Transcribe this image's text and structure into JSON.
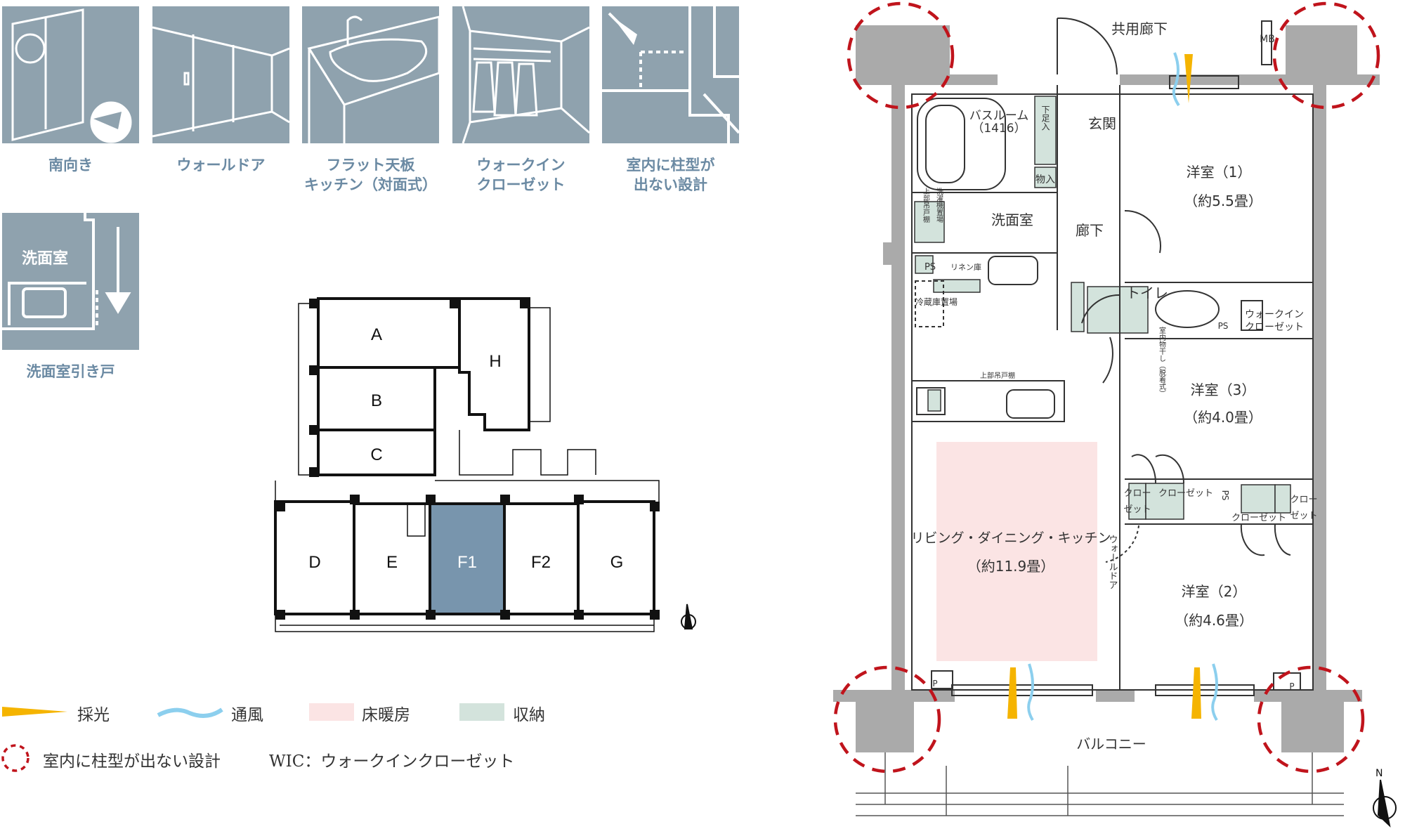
{
  "features": [
    {
      "label_lines": [
        "南向き"
      ],
      "icon": "south-facing-icon"
    },
    {
      "label_lines": [
        "ウォールドア"
      ],
      "icon": "wall-door-icon"
    },
    {
      "label_lines": [
        "フラット天板",
        "キッチン（対面式）"
      ],
      "icon": "flat-kitchen-icon"
    },
    {
      "label_lines": [
        "ウォークイン",
        "クローゼット"
      ],
      "icon": "walk-in-closet-icon"
    },
    {
      "label_lines": [
        "室内に柱型が",
        "出ない設計"
      ],
      "icon": "no-pillar-icon"
    },
    {
      "label_lines": [
        "洗面室引き戸"
      ],
      "icon": "washroom-sliding-door-icon",
      "tile_text": "洗面室"
    }
  ],
  "key_plan": {
    "units": [
      "A",
      "B",
      "C",
      "H",
      "D",
      "E",
      "F1",
      "F2",
      "G"
    ],
    "highlighted_unit": "F1",
    "highlight_color": "#7895ad"
  },
  "legend": {
    "lighting": "採光",
    "ventilation": "通風",
    "floor_heating": "床暖房",
    "storage": "収納",
    "no_pillar": "室内に柱型が出ない設計",
    "wic_note": "WIC：ウォークインクローゼット",
    "colors": {
      "lighting": "#f5b400",
      "ventilation": "#8ccfee",
      "floor_heating": "#fbe4e4",
      "storage": "#d3e3dc",
      "pillar_circle": "#c0141c"
    }
  },
  "floor_plan": {
    "common_corridor": "共用廊下",
    "mb": "MB",
    "bathroom": "バスルーム",
    "bathroom_size": "（1416）",
    "entrance": "玄関",
    "shoe_storage": "下足入",
    "storage": "物入",
    "room1": "洋室（1）",
    "room1_size": "（約5.5畳）",
    "washroom": "洗面室",
    "washer_space": "洗濯機置場",
    "upper_cabinet": "上部吊戸棚",
    "hallway": "廊下",
    "ps": "PS",
    "linen": "リネン庫",
    "fridge": "冷蔵庫置場",
    "toilet": "トイレ",
    "wic_line1": "ウォークイン",
    "wic_line2": "クローゼット",
    "kitchen_cabinet": "上部吊戸棚",
    "room3": "洋室（3）",
    "room3_size": "（約4.0畳）",
    "drying": "室内物干し（脱着式）",
    "ldk": "リビング・ダイニング・キッチン",
    "ldk_size": "（約11.9畳）",
    "closet_a1": "クロー",
    "closet_a2": "ゼット",
    "closet_b": "クローゼット",
    "closet_c": "クローゼット",
    "closet_d1": "クロー",
    "closet_d2": "ゼット",
    "wall_door": "ウォールドア",
    "room2": "洋室（2）",
    "room2_size": "（約4.6畳）",
    "p": "P",
    "balcony": "バルコニー",
    "north": "N"
  }
}
